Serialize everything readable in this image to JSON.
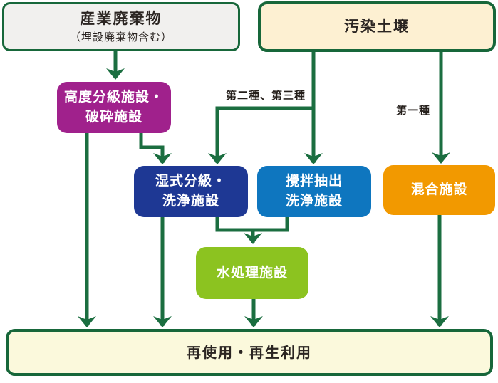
{
  "nodes": {
    "industrial_waste": {
      "title": "産業廃棄物",
      "subtitle": "（埋設廃棄物含む）"
    },
    "contaminated_soil": {
      "title": "汚染土壌"
    },
    "advanced_classification": {
      "line1": "高度分級施設・",
      "line2": "破砕施設"
    },
    "wet_classification": {
      "line1": "湿式分級・",
      "line2": "洗浄施設"
    },
    "agitation_extraction": {
      "line1": "攪拌抽出",
      "line2": "洗浄施設"
    },
    "mixing": {
      "title": "混合施設"
    },
    "water_treatment": {
      "title": "水処理施設"
    },
    "reuse": {
      "title": "再使用・再生利用"
    }
  },
  "edge_labels": {
    "type2_3": "第二種、第三種",
    "type1": "第一種"
  },
  "colors": {
    "arrow_green": "#1b6e40",
    "border_green": "#17673a",
    "purple": "#a0218c",
    "navy_blue": "#1e3894",
    "light_blue": "#0e76bf",
    "orange": "#f29900",
    "yellow_green": "#8cc320",
    "soil_cream": "#fdf0d2",
    "reuse_cream": "#fbf9dc",
    "waste_gray": "#f1f0ee"
  }
}
